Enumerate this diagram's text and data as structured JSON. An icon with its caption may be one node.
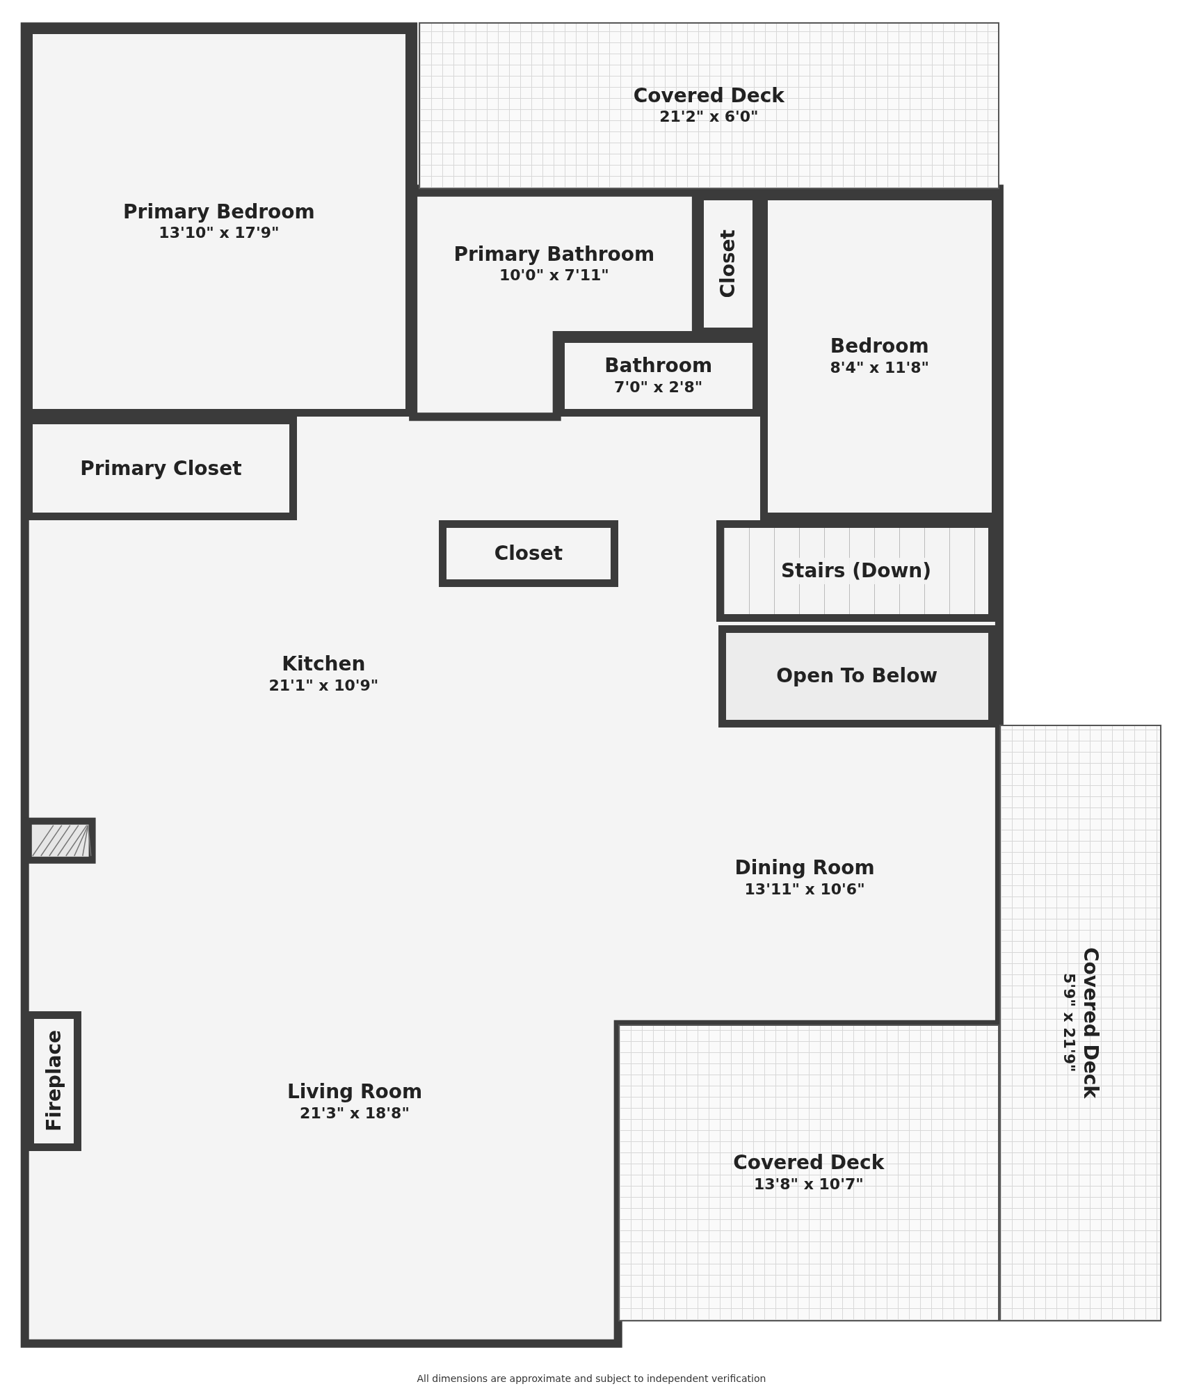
{
  "diagram": {
    "nodes": [
      {
        "text": [
          "Covered Deck",
          "21'2\" x 6'0\""
        ]
      },
      {
        "text": [
          "Primary Bedroom",
          "13'10\" x 17'9\""
        ]
      },
      {
        "text": [
          "Primary Bathroom",
          "10'0\" x 7'11\""
        ]
      },
      {
        "text": [
          "Closet"
        ]
      },
      {
        "text": [
          "Bedroom",
          "8'4\" x 11'8\""
        ]
      },
      {
        "text": [
          "Bathroom",
          "7'0\" x 2'8\""
        ]
      },
      {
        "text": [
          "Primary Closet"
        ]
      },
      {
        "text": [
          "Closet"
        ]
      },
      {
        "text": [
          "Stairs (Down)"
        ]
      },
      {
        "text": [
          "Kitchen",
          "21'1\" x 10'9\""
        ]
      },
      {
        "text": [
          "Open To Below"
        ]
      },
      {
        "text": [
          "Dining Room",
          "13'11\" x 10'6\""
        ]
      },
      {
        "text": [
          "Fireplace"
        ]
      },
      {
        "text": [
          "Living Room",
          "21'3\" x 18'8\""
        ]
      },
      {
        "text": [
          "Covered Deck",
          "13'8\" x 10'7\""
        ]
      },
      {
        "text": [
          "Covered Deck",
          "5'9\" x 21'9\""
        ]
      }
    ],
    "labels": [
      "All dimensions are approximate and subject to independent verification"
    ]
  }
}
